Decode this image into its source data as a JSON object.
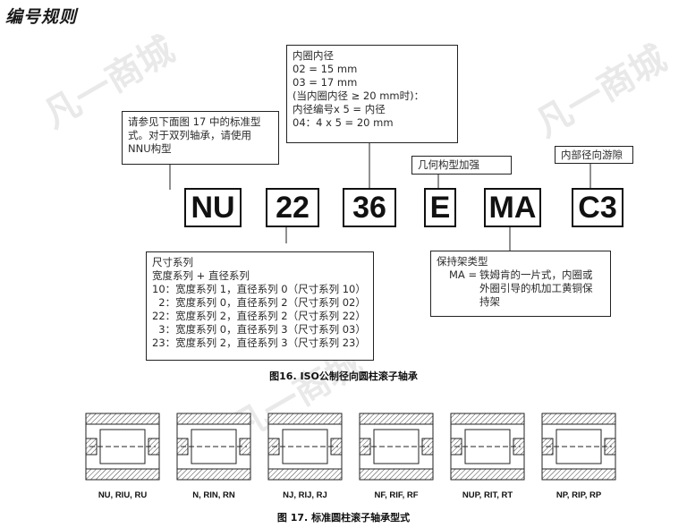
{
  "heading": "编号规则",
  "inner_diameter_box": {
    "lines": [
      "内圈内径",
      "02 = 15 mm",
      "03 = 17 mm",
      "(当内圈内径 ≥ 20 mm时)：",
      "内径编号x 5 = 内径",
      "04：4 x 5 = 20 mm"
    ]
  },
  "note_box": {
    "lines": [
      "请参见下面图 17 中的标准型",
      "式。对于双列轴承，请使用",
      "NNU构型"
    ]
  },
  "geometry_label": "几何构型加强",
  "clearance_label": "内部径向游隙",
  "code_parts": [
    "NU",
    "22",
    "36",
    "E",
    "MA",
    "C3"
  ],
  "dimension_box": {
    "lines": [
      "尺寸系列",
      "宽度系列 + 直径系列",
      "10：宽度系列 1，直径系列 0（尺寸系列 10）",
      "  2：宽度系列 0，直径系列 2（尺寸系列 02）",
      "22：宽度系列 2，直径系列 2（尺寸系列 22）",
      "  3：宽度系列 0，直径系列 3（尺寸系列 03）",
      "23：宽度系列 2，直径系列 3（尺寸系列 23）"
    ]
  },
  "cage_box": {
    "title": "保持架类型",
    "key": "MA =",
    "lines": [
      "铁姆肯的一片式，内圈或",
      "外圈引导的机加工黄铜保",
      "持架"
    ]
  },
  "figure16_caption": "图16. ISO公制径向圆柱滚子轴承",
  "bearing_types": [
    "NU, RIU, RU",
    "N, RIN, RN",
    "NJ, RIJ, RJ",
    "NF, RIF, RF",
    "NUP, RIT, RT",
    "NP, RIP, RP"
  ],
  "figure17_caption": "图 17. 标准圆柱滚子轴承型式",
  "watermark": "凡一商城"
}
